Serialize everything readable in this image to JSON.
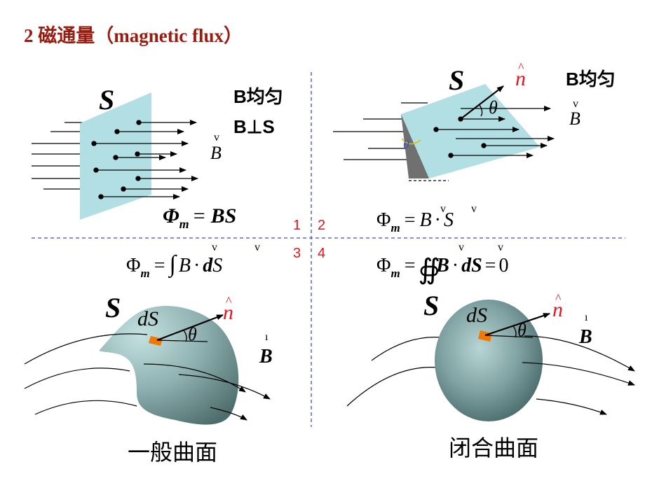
{
  "title": "2  磁通量（magnetic flux）",
  "quadrants": [
    "1",
    "2",
    "3",
    "4"
  ],
  "vec_mark": "v",
  "hat_mark": "^",
  "bar_mark": "ı",
  "q1": {
    "surface_label": "S",
    "cond1": "B均匀",
    "cond2": "B⊥S",
    "vec_label": "B"
  },
  "q2": {
    "surface_label": "S",
    "normal_label": "n",
    "theta": "θ",
    "cond1": "B均匀",
    "vec_label": "B"
  },
  "q3": {
    "surface_label": "S",
    "ds_label": "dS",
    "normal_label": "n",
    "theta": "θ",
    "vec_label": "B"
  },
  "q4": {
    "surface_label": "S",
    "ds_label": "dS",
    "normal_label": "n",
    "theta": "θ",
    "vec_label": "B"
  },
  "formula1": {
    "lhs": "Φ",
    "sub": "m",
    "eq": "=",
    "rhs": "BS"
  },
  "formula2": {
    "lhs": "Φ",
    "sub": "m",
    "eq": "=",
    "v1": "B",
    "dot": "·",
    "v2": "S"
  },
  "formula3": {
    "lhs": "Φ",
    "sub": "m",
    "eq": "=",
    "integral": "∫",
    "v1": "B",
    "dot": "·",
    "d": "d",
    "v2": "S"
  },
  "formula4": {
    "lhs": "Φ",
    "sub": "m",
    "eq": "=",
    "integral": "∯",
    "v1": "B",
    "dot": "·",
    "d": "d",
    "v2": "S",
    "eq2": "=",
    "zero": "0"
  },
  "captions": [
    "一般曲面",
    "闭合曲面"
  ]
}
